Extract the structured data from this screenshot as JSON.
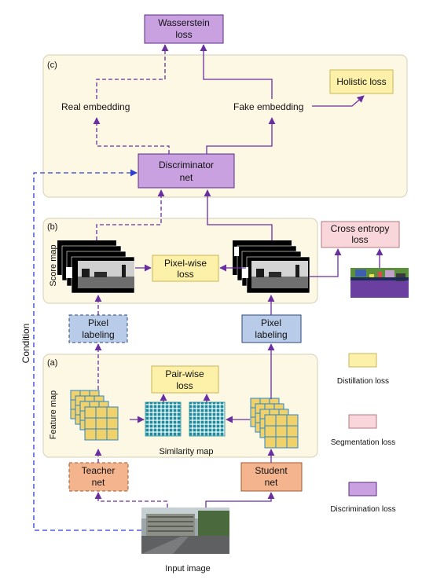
{
  "panels": {
    "c": "(c)",
    "b": "(b)",
    "a": "(a)"
  },
  "boxes": {
    "wasserstein_l1": "Wasserstein",
    "wasserstein_l2": "loss",
    "holistic": "Holistic loss",
    "discriminator_l1": "Discriminator",
    "discriminator_l2": "net",
    "cross_entropy_l1": "Cross entropy",
    "cross_entropy_l2": "loss",
    "pixelwise_l1": "Pixel-wise",
    "pixelwise_l2": "loss",
    "pixel_labeling_left_l1": "Pixel",
    "pixel_labeling_left_l2": "labeling",
    "pixel_labeling_right_l1": "Pixel",
    "pixel_labeling_right_l2": "labeling",
    "pairwise_l1": "Pair-wise",
    "pairwise_l2": "loss",
    "teacher_l1": "Teacher",
    "teacher_l2": "net",
    "student_l1": "Student",
    "student_l2": "net"
  },
  "labels": {
    "real_embedding": "Real embedding",
    "fake_embedding": "Fake embedding",
    "score_map": "Score map",
    "feature_map": "Feature map",
    "similarity_map": "Similarity map",
    "condition": "Condition",
    "input_image": "Input image"
  },
  "legend": {
    "distillation": "Distillation loss",
    "segmentation": "Segmentation loss",
    "discrimination": "Discrimination loss"
  },
  "colors": {
    "panel_fill": "#fdf8e3",
    "panel_stroke": "#dcd6c0",
    "distill_fill": "#fdf0a8",
    "distill_stroke": "#c9b65a",
    "discrim_fill": "#c9a0e0",
    "discrim_stroke": "#5a2d82",
    "seg_fill": "#f9d6da",
    "seg_stroke": "#b07a80",
    "label_fill": "#b8cbe8",
    "label_stroke": "#2b4a7a",
    "net_fill": "#f3b48e",
    "net_stroke": "#a05a30",
    "arrow_purple": "#6a2f9e",
    "arrow_blue": "#2e3fd0",
    "grid_cell": "#f1d26a",
    "grid_line": "#2a84c8",
    "sim_cell": "#1b8a9c"
  }
}
